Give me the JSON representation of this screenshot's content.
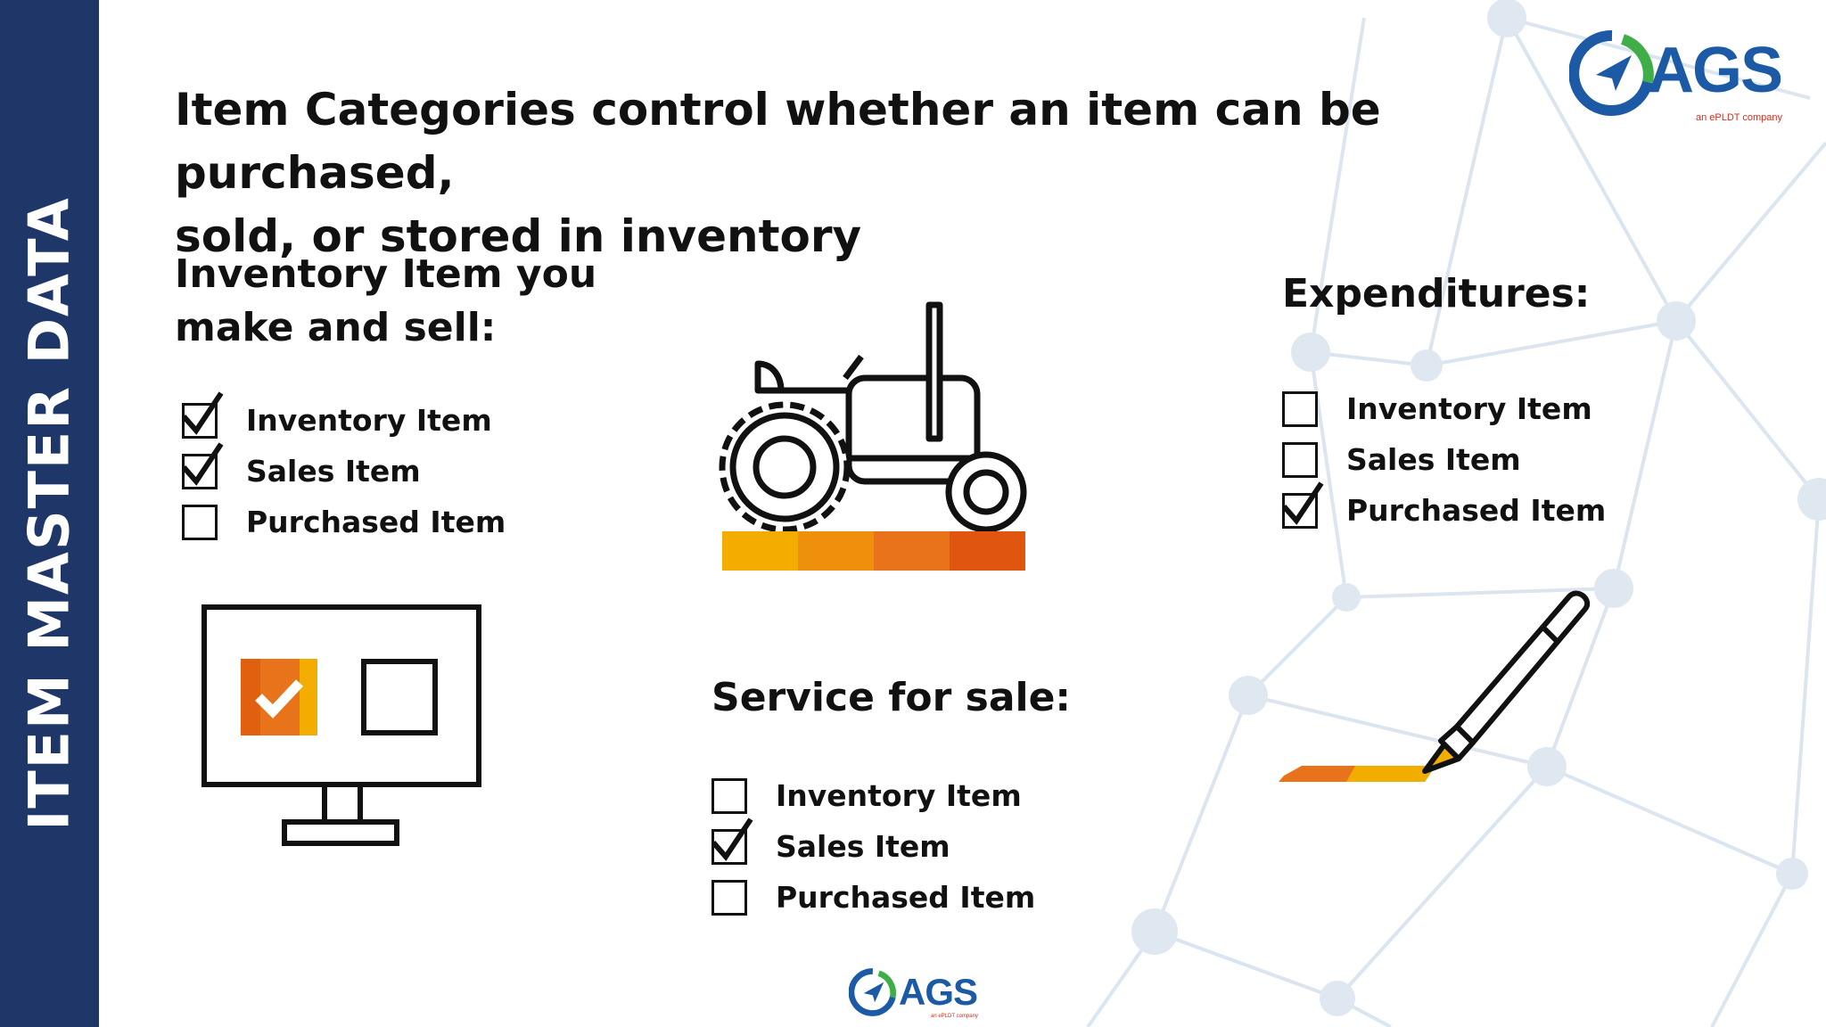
{
  "sidebar": {
    "label": "ITEM MASTER DATA"
  },
  "title": {
    "line1": "Item Categories control whether an item can be purchased,",
    "line2": "sold, or stored in inventory"
  },
  "sections": [
    {
      "title_line1": "Inventory Item you",
      "title_line2": "make and sell:",
      "options": [
        {
          "label": "Inventory Item",
          "checked": true
        },
        {
          "label": "Sales Item",
          "checked": true
        },
        {
          "label": "Purchased Item",
          "checked": false
        }
      ]
    },
    {
      "title_line1": "Service for sale:",
      "options": [
        {
          "label": "Inventory Item",
          "checked": false
        },
        {
          "label": "Sales Item",
          "checked": true
        },
        {
          "label": "Purchased Item",
          "checked": false
        }
      ]
    },
    {
      "title_line1": "Expenditures:",
      "options": [
        {
          "label": "Inventory Item",
          "checked": false
        },
        {
          "label": "Sales Item",
          "checked": false
        },
        {
          "label": "Purchased Item",
          "checked": true
        }
      ]
    }
  ],
  "logo_top": {
    "name": "AGS",
    "tagline": "an ePLDT company"
  },
  "logo_bottom": {
    "name": "AGS",
    "tagline": "an ePLDT company"
  },
  "icons": [
    "monitor-checkbox-icon",
    "tractor-icon",
    "pen-icon",
    "check-icon"
  ],
  "colors": {
    "sidebar": "#1e3768",
    "logo_blue": "#1c5aa6",
    "logo_green": "#3fae49",
    "accent_orange": "#e8731a",
    "accent_yellow": "#f2ad00",
    "tagline_red": "#d52b1e"
  }
}
